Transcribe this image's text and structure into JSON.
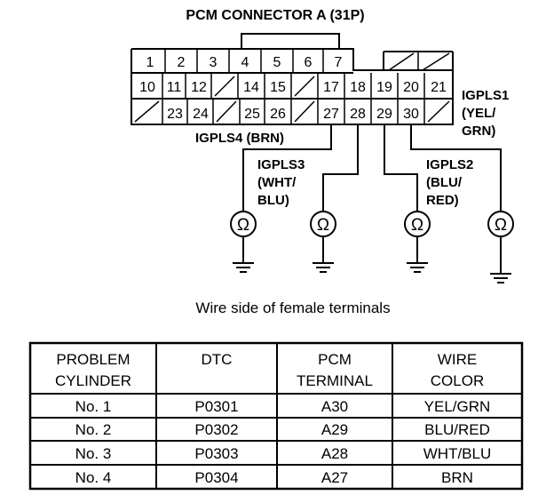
{
  "title": "PCM CONNECTOR A (31P)",
  "caption": "Wire side of female terminals",
  "pins": {
    "row1": [
      "1",
      "2",
      "3",
      "4",
      "5",
      "6",
      "7"
    ],
    "row2": [
      "10",
      "11",
      "12",
      "14",
      "15",
      "17",
      "18",
      "19",
      "20",
      "21"
    ],
    "row3": [
      "23",
      "24",
      "25",
      "26",
      "27",
      "28",
      "29",
      "30"
    ]
  },
  "labels": {
    "igpls1_name": "IGPLS1",
    "igpls1_color_a": "(YEL/",
    "igpls1_color_b": "GRN)",
    "igpls2_name": "IGPLS2",
    "igpls2_color_a": "(BLU/",
    "igpls2_color_b": "RED)",
    "igpls3_name": "IGPLS3",
    "igpls3_color_a": "(WHT/",
    "igpls3_color_b": "BLU)",
    "igpls4": "IGPLS4 (BRN)"
  },
  "ohm_symbol": "Ω",
  "table": {
    "headers": [
      [
        "PROBLEM",
        "CYLINDER"
      ],
      [
        "DTC",
        ""
      ],
      [
        "PCM",
        "TERMINAL"
      ],
      [
        "WIRE",
        "COLOR"
      ]
    ],
    "rows": [
      [
        "No. 1",
        "P0301",
        "A30",
        "YEL/GRN"
      ],
      [
        "No. 2",
        "P0302",
        "A29",
        "BLU/RED"
      ],
      [
        "No. 3",
        "P0303",
        "A28",
        "WHT/BLU"
      ],
      [
        "No. 4",
        "P0304",
        "A27",
        "BRN"
      ]
    ]
  }
}
